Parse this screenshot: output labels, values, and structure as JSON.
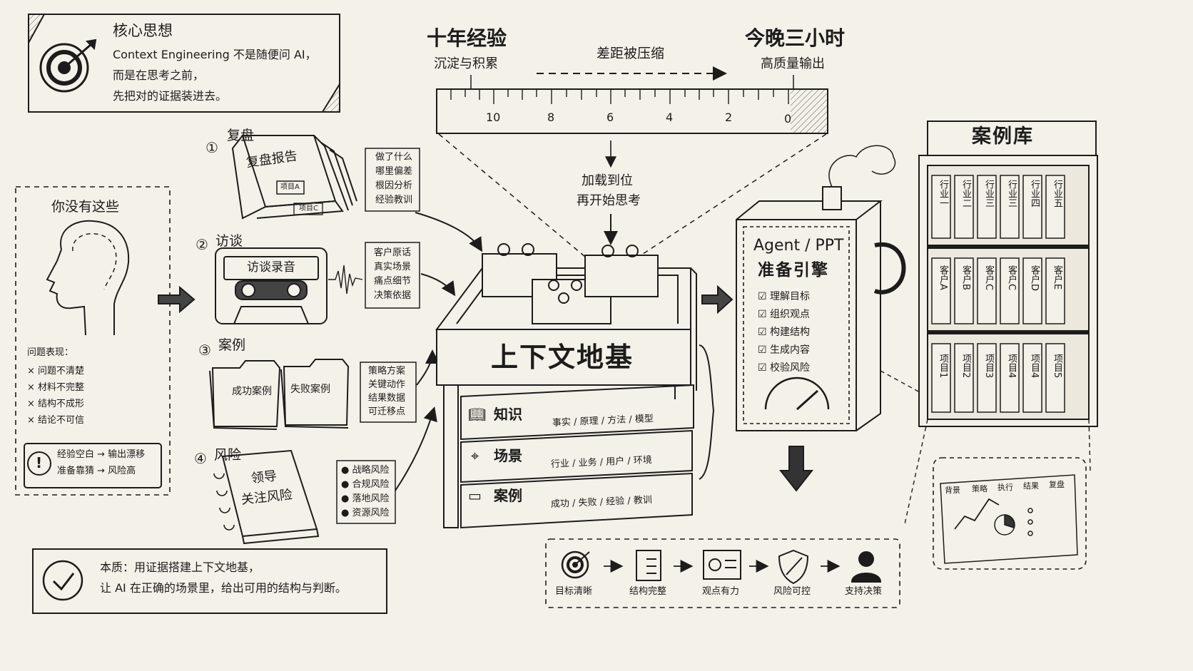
{
  "core": {
    "title": "核心思想",
    "line1": "Context Engineering 不是随便问 AI，",
    "line2": "而是在思考之前，",
    "line3": "先把对的证据装进去。"
  },
  "timeline": {
    "left_title": "十年经验",
    "left_sub": "沉淀与积累",
    "middle": "差距被压缩",
    "right_title": "今晚三小时",
    "right_sub": "高质量输出",
    "ticks": [
      "10",
      "8",
      "6",
      "4",
      "2",
      "0"
    ],
    "load_line1": "加载到位",
    "load_line2": "再开始思考"
  },
  "missing": {
    "title": "你没有这些",
    "problems_title": "问题表现：",
    "problems": [
      "× 问题不清楚",
      "× 材料不完整",
      "× 结构不成形",
      "× 结论不可信"
    ],
    "warn_line1": "经验空白 → 输出漂移",
    "warn_line2": "准备靠猜 → 风险高",
    "warn_icon": "exclamation-icon"
  },
  "sources": [
    {
      "num": "①",
      "label": "复盘",
      "object": "复盘报告",
      "tag_a": "项目A",
      "tag_c": "项目C",
      "notes": [
        "做了什么",
        "哪里偏差",
        "根因分析",
        "经验教训"
      ]
    },
    {
      "num": "②",
      "label": "访谈",
      "object": "访谈录音",
      "notes": [
        "客户原话",
        "真实场景",
        "痛点细节",
        "决策依据"
      ]
    },
    {
      "num": "③",
      "label": "案例",
      "folder1": "成功案例",
      "folder2": "失败案例",
      "notes": [
        "策略方案",
        "关键动作",
        "结果数据",
        "可迁移点"
      ]
    },
    {
      "num": "④",
      "label": "风险",
      "notebook_line1": "领导",
      "notebook_line2": "关注风险",
      "notes": [
        "● 战略风险",
        "● 合规风险",
        "● 落地风险",
        "● 资源风险"
      ]
    }
  ],
  "foundation": {
    "title": "上下文地基",
    "layers": [
      {
        "name": "知识",
        "detail": "事实 / 原理 / 方法 / 模型",
        "icon": "book-icon"
      },
      {
        "name": "场景",
        "detail": "行业 / 业务 / 用户 / 环境",
        "icon": "location-pin-icon"
      },
      {
        "name": "案例",
        "detail": "成功 / 失败 / 经验 / 教训",
        "icon": "folder-icon"
      }
    ]
  },
  "engine": {
    "title_line1": "Agent / PPT",
    "title_line2": "准备引擎",
    "checklist": [
      "理解目标",
      "组织观点",
      "构建结构",
      "生成内容",
      "校验风险"
    ]
  },
  "library": {
    "title": "案例库",
    "row1": [
      "行业一",
      "行业二",
      "行业三",
      "行业三",
      "行业四",
      "行业五"
    ],
    "row2": [
      "客户A",
      "客户B",
      "客户C",
      "客户C",
      "客户D",
      "客户E"
    ],
    "row3": [
      "项目1",
      "项目2",
      "项目3",
      "项目4",
      "项目4",
      "项目5"
    ],
    "tabs": [
      "背景",
      "策略",
      "执行",
      "结果",
      "复盘"
    ]
  },
  "outcomes": [
    {
      "label": "目标清晰",
      "icon": "target-icon"
    },
    {
      "label": "结构完整",
      "icon": "checklist-icon"
    },
    {
      "label": "观点有力",
      "icon": "presentation-icon"
    },
    {
      "label": "风险可控",
      "icon": "shield-icon"
    },
    {
      "label": "支持决策",
      "icon": "person-icon"
    }
  ],
  "essence": {
    "line1": "本质：用证据搭建上下文地基，",
    "line2": "让 AI 在正确的场景里，给出可用的结构与判断。"
  },
  "colors": {
    "paper": "#f4f1e9",
    "ink": "#1c1c1c",
    "shade": "#d9d4c6"
  }
}
